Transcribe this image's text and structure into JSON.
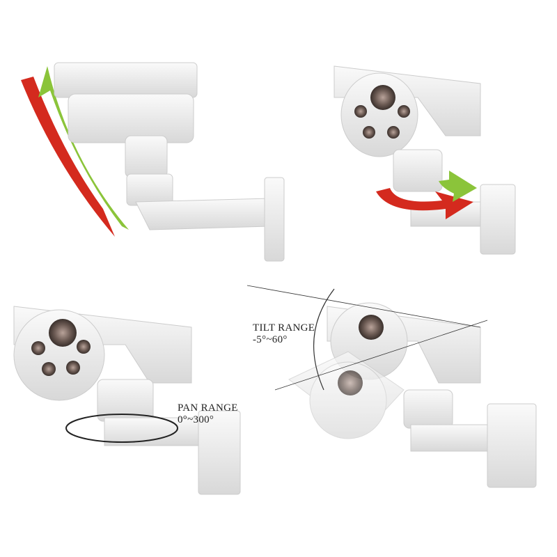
{
  "pan_label": {
    "title": "PAN RANGE",
    "range": "0°~300°"
  },
  "tilt_label": {
    "title": "TILT RANGE",
    "range": "-5°~60°"
  },
  "colors": {
    "arrow_red": "#d42a1e",
    "arrow_green": "#8bc43a",
    "housing": "#ececec",
    "lens": "#5a4a44"
  }
}
